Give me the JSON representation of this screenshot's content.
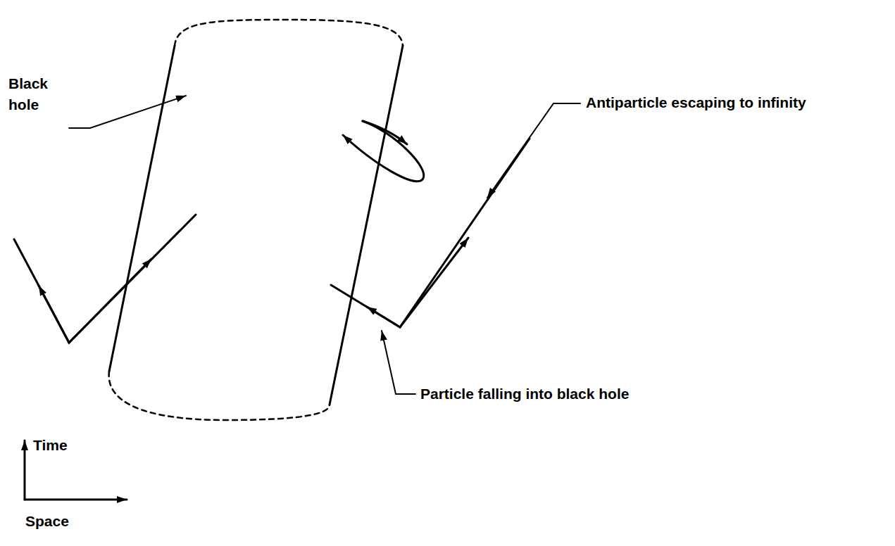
{
  "diagram": {
    "labels": [
      "Black hole",
      "Antiparticle escaping to infinity",
      "Particle falling into black hole",
      "Time",
      "Space"
    ]
  }
}
